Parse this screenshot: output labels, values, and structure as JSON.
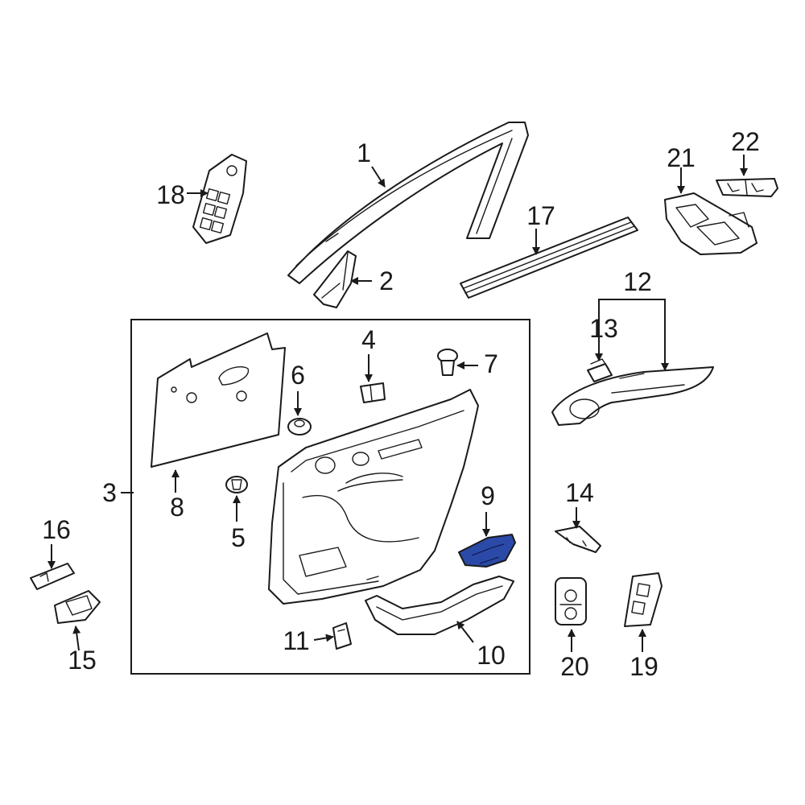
{
  "diagram": {
    "highlight_color": "#2b4aa8",
    "highlighted_callout": "9",
    "callouts": {
      "c1": "1",
      "c2": "2",
      "c3": "3",
      "c4": "4",
      "c5": "5",
      "c6": "6",
      "c7": "7",
      "c8": "8",
      "c9": "9",
      "c10": "10",
      "c11": "11",
      "c12": "12",
      "c13": "13",
      "c14": "14",
      "c15": "15",
      "c16": "16",
      "c17": "17",
      "c18": "18",
      "c19": "19",
      "c20": "20",
      "c21": "21",
      "c22": "22"
    }
  }
}
